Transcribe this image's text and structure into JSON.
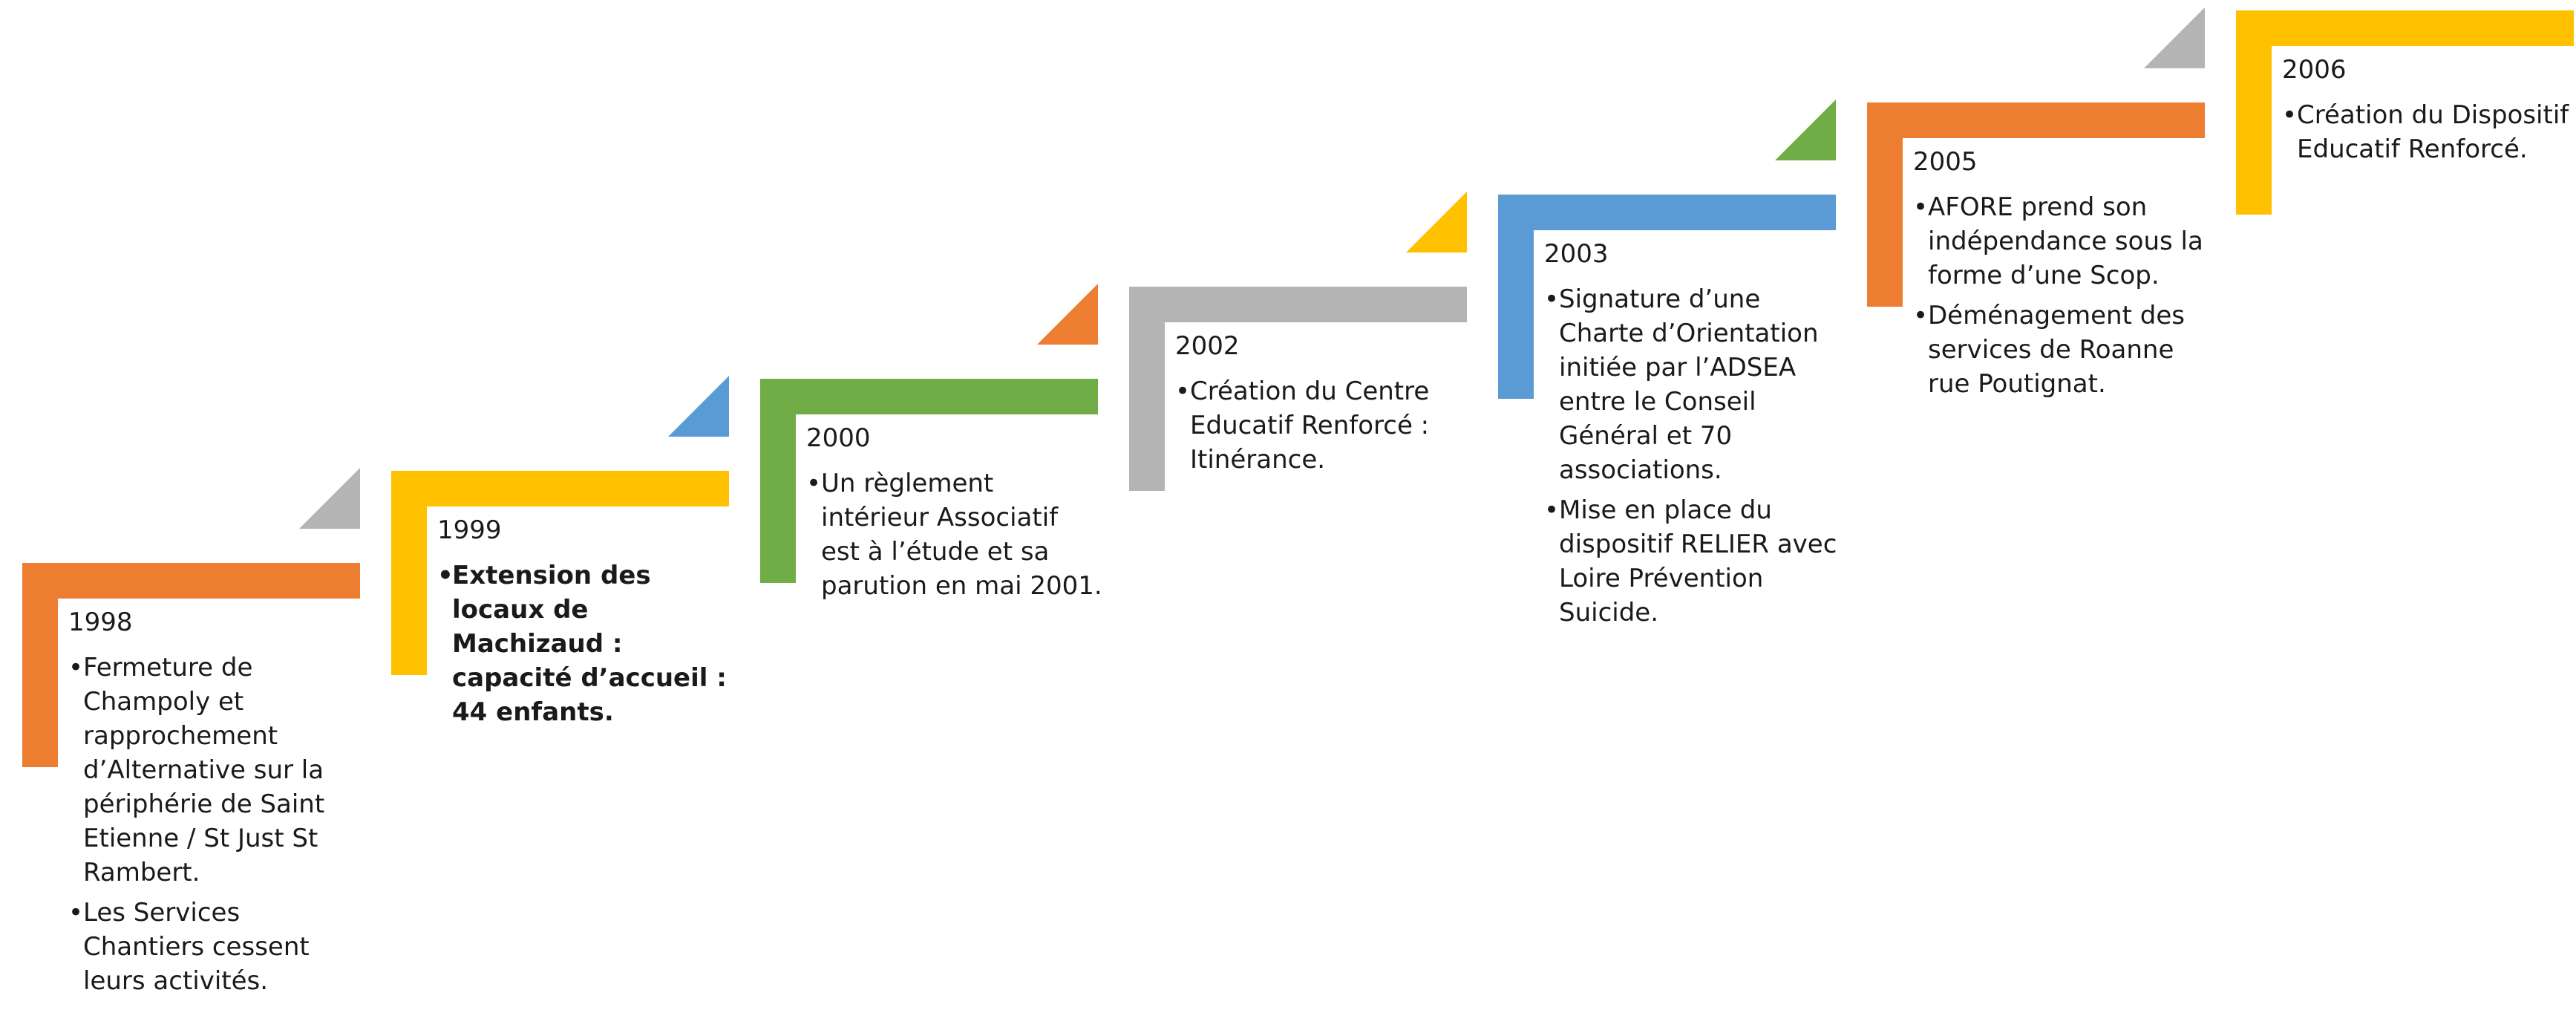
{
  "colors": {
    "orange": "#ED7D31",
    "gray": "#B4B4B4",
    "yellow": "#FFC000",
    "blue": "#5B9BD5",
    "green": "#70AD47"
  },
  "timeline": [
    {
      "year": "1998",
      "color": "#ED7D31",
      "triangle_color": "#B4B4B4",
      "bold": false,
      "items": [
        "Fermeture de Champoly et rapprochement d’Alternative sur la périphérie de Saint Etienne / St Just St Rambert.",
        "Les Services Chantiers cessent leurs activités."
      ]
    },
    {
      "year": "1999",
      "color": "#FFC000",
      "triangle_color": "#5B9BD5",
      "bold": true,
      "items": [
        "Extension des locaux de Machizaud : capacité d’accueil : 44 enfants."
      ]
    },
    {
      "year": "2000",
      "color": "#70AD47",
      "triangle_color": "#ED7D31",
      "bold": false,
      "items": [
        "Un règlement intérieur Associatif est à l’étude et sa parution en mai 2001."
      ]
    },
    {
      "year": "2002",
      "color": "#B4B4B4",
      "triangle_color": "#FFC000",
      "bold": false,
      "items": [
        "Création du Centre Educatif Renforcé : Itinérance."
      ]
    },
    {
      "year": "2003",
      "color": "#5B9BD5",
      "triangle_color": "#70AD47",
      "bold": false,
      "items": [
        "Signature d’une Charte d’Orientation initiée par l’ADSEA entre le Conseil Général et 70 associations.",
        "Mise en place du dispositif RELIER avec Loire Prévention Suicide."
      ]
    },
    {
      "year": "2005",
      "color": "#ED7D31",
      "triangle_color": "#B4B4B4",
      "bold": false,
      "items": [
        "AFORE prend son indépendance sous la forme d’une Scop.",
        "Déménagement des services de Roanne rue Poutignat."
      ]
    },
    {
      "year": "2006",
      "color": "#FFC000",
      "triangle_color": null,
      "bold": false,
      "items": [
        "Création du Dispositif Educatif Renforcé."
      ]
    }
  ]
}
